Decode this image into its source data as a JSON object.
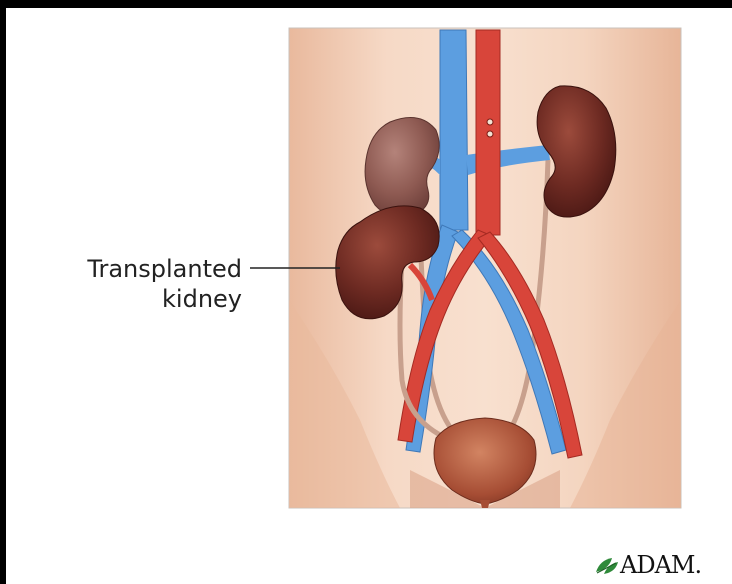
{
  "label": {
    "line1": "Transplanted",
    "line2": "kidney"
  },
  "logo": {
    "text": "ADAM."
  },
  "icons": {
    "logo_mark": "leaf-icon"
  },
  "colors": {
    "background": "#000000",
    "panel": "#ffffff",
    "artery": "#d8453a",
    "vein": "#5c9ee0",
    "kidney": "#6b2a22",
    "bladder": "#b65a3f",
    "skin": "#f1cdb5"
  }
}
